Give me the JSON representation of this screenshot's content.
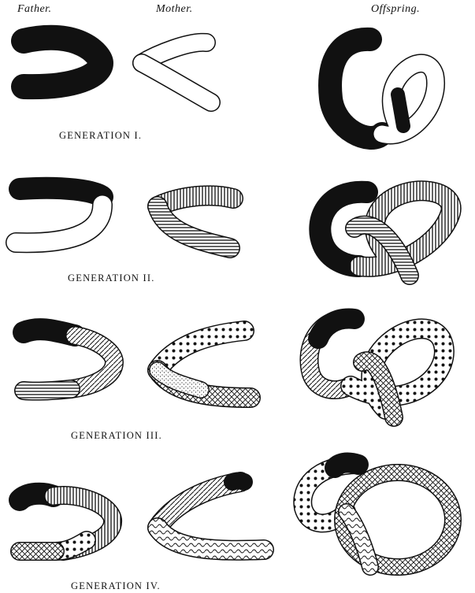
{
  "headers": {
    "father": "Father.",
    "mother": "Mother.",
    "offspring": "Offspring."
  },
  "generations": [
    {
      "label": "GENERATION I."
    },
    {
      "label": "GENERATION II."
    },
    {
      "label": "GENERATION III."
    },
    {
      "label": "GENERATION IV."
    }
  ],
  "colors": {
    "ink": "#111111",
    "paper": "#ffffff"
  }
}
